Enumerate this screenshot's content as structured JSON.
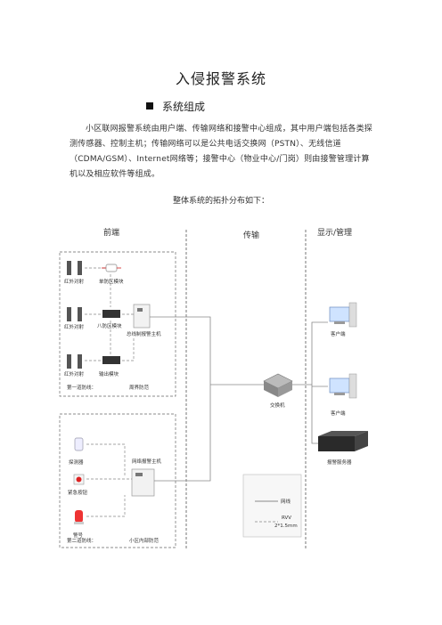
{
  "title": "入侵报警系统",
  "section": "系统组成",
  "paragraph": "小区联网报警系统由用户端、传输网络和接警中心组成，其中用户端包括各类探测传感器、控制主机；传输网络可以是公共电话交换网（PSTN）、无线信道（CDMA/GSM）、Internet网络等；接警中心（物业中心/门岗）则由接警管理计算机以及相应软件等组成。",
  "caption": "整体系统的拓扑分布如下：",
  "diagram": {
    "col_front": "前端",
    "col_transport": "传输",
    "col_display": "显示/管理",
    "ir1": "红外对射",
    "ir2": "红外对射",
    "ir3": "红外对射",
    "single_zone": "单防区模块",
    "eight_zone": "八防区模块",
    "bus_host": "总线制报警主机",
    "output_module": "输出模块",
    "line1": "第一道防线：",
    "line1b": "周界防范",
    "detector": "探测器",
    "emergency": "紧急按钮",
    "alarm": "警号",
    "net_host": "网络报警主机",
    "line2": "第二道防线：",
    "line2b": "小区内部防范",
    "switch": "交换机",
    "client1": "客户端",
    "client2": "客户端",
    "server": "报警服务器",
    "legend_net": "网线",
    "legend_rvv": "RVV",
    "legend_rvv2": "2*1.5mm"
  }
}
